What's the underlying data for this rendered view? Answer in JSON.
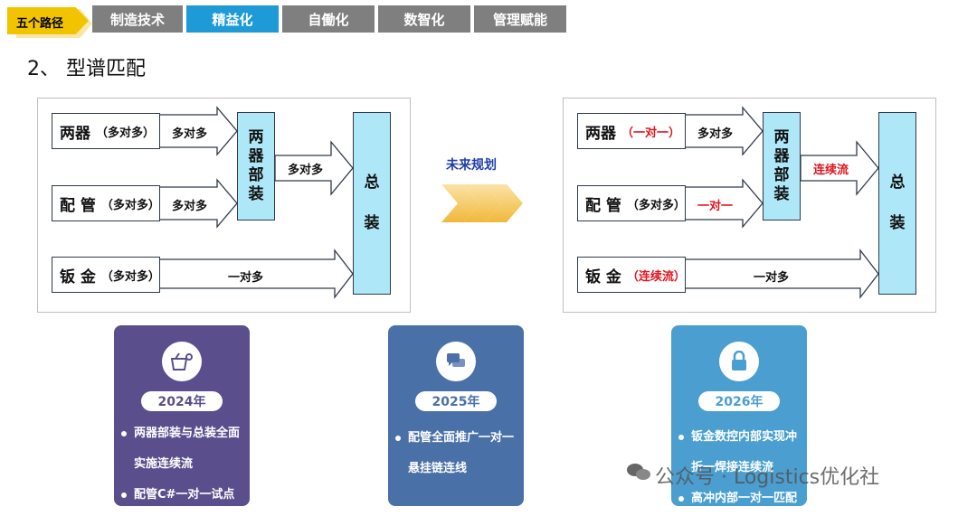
{
  "nav": {
    "first": "五个路径",
    "tabs": [
      "制造技术",
      "精益化",
      "自働化",
      "数智化",
      "管理赋能"
    ],
    "active_index": 1
  },
  "section_title": "2、 型谱匹配",
  "center_label": "未来规划",
  "left_panel": {
    "rows": [
      {
        "name": "两器",
        "sub": "（多对多）",
        "arrow": "多对多"
      },
      {
        "name": "配 管",
        "sub": "（多对多）",
        "arrow": "多对多"
      },
      {
        "name": "钣 金",
        "sub": "（多对多）",
        "arrow": "一对多"
      }
    ],
    "sub_assembly": [
      "两",
      "器",
      "部",
      "装"
    ],
    "sub_arrow": "多对多",
    "final": [
      "总",
      "装"
    ]
  },
  "right_panel": {
    "rows": [
      {
        "name": "两器",
        "sub": "（一对一）",
        "arrow": "多对多",
        "sub_red": true,
        "arrow_red": false
      },
      {
        "name": "配 管",
        "sub": "（多对多）",
        "arrow": "一对一",
        "sub_red": false,
        "arrow_red": true
      },
      {
        "name": "钣 金",
        "sub": "（连续流）",
        "arrow": "一对多",
        "sub_red": true,
        "arrow_red": false
      }
    ],
    "sub_assembly": [
      "两",
      "器",
      "部",
      "装"
    ],
    "sub_arrow": "连续流",
    "final": [
      "总",
      "装"
    ]
  },
  "cards": [
    {
      "year": "2024年",
      "icon": "basket-gear-icon",
      "color": "#5a4f8c",
      "lines": [
        "两器部装与总装全面",
        "实施连续流",
        "配管C#一对一试点"
      ],
      "bullets": [
        0,
        2
      ]
    },
    {
      "year": "2025年",
      "icon": "chat-bubbles-icon",
      "color": "#4a70a8",
      "lines": [
        "配管全面推广一对一",
        "悬挂链连线"
      ],
      "bullets": [
        0
      ]
    },
    {
      "year": "2026年",
      "icon": "lock-icon",
      "color": "#4a9fd0",
      "lines": [
        "钣金数控内部实现冲",
        "折一焊接连续流",
        "高冲内部一对一匹配"
      ],
      "bullets": [
        0,
        2
      ]
    }
  ],
  "watermark": "公众号 · Logistics优化社",
  "colors": {
    "accent": "#1e9bd7",
    "tab": "#7f7f7f",
    "nav_first": "#f2c400",
    "vbox": "#aee8f8",
    "red": "#e0141e",
    "chevron": "#f4c95d"
  }
}
